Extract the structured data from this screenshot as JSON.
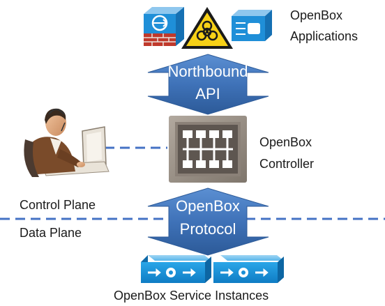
{
  "labels": {
    "applications_line1": "OpenBox",
    "applications_line2": "Applications",
    "northbound_line1": "Northbound",
    "northbound_line2": "API",
    "controller_line1": "OpenBox",
    "controller_line2": "Controller",
    "control_plane": "Control Plane",
    "data_plane": "Data Plane",
    "protocol_line1": "OpenBox",
    "protocol_line2": "Protocol",
    "service_instances": "OpenBox Service Instances"
  },
  "icons": {
    "app_firewall": "firewall-app-icon",
    "app_biohazard": "biohazard-app-icon",
    "app_loadbalancer": "load-balancer-app-icon",
    "admin_user": "network-admin-icon",
    "controller": "controller-icon",
    "service_instance_1": "service-instance-icon",
    "service_instance_2": "service-instance-icon"
  },
  "colors": {
    "arrow_fill": "#3f72b8",
    "arrow_dark": "#274f88",
    "controller_frame": "#958b80",
    "dashed_line": "#4472c4",
    "device_blue": "#1e9be0",
    "warning_yellow": "#f7d117"
  }
}
